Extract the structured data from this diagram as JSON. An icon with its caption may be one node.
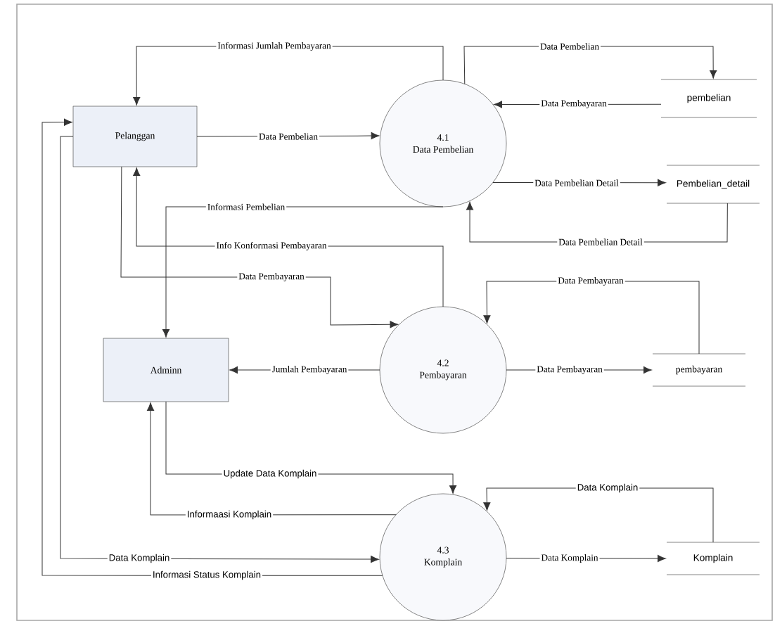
{
  "diagram": {
    "nodes": [
      {
        "text": [
          "Pelanggan"
        ]
      },
      {
        "text": [
          "4.1",
          "Data Pembelian"
        ]
      },
      {
        "text": [
          "pembelian"
        ]
      },
      {
        "text": [
          "Pembelian_detail"
        ]
      },
      {
        "text": [
          "Adminn"
        ]
      },
      {
        "text": [
          "4.2",
          "Pembayaran"
        ]
      },
      {
        "text": [
          "pembayaran"
        ]
      },
      {
        "text": [
          "4.3",
          "Komplain"
        ]
      },
      {
        "text": [
          "Komplain"
        ]
      }
    ],
    "edges": [
      {
        "from": 1,
        "to": 0,
        "arrow": "to",
        "label": "Informasi Jumlah Pembayaran"
      },
      {
        "from": 0,
        "to": 1,
        "arrow": "to",
        "label": "Data Pembelian"
      },
      {
        "from": 1,
        "to": 2,
        "arrow": "to",
        "label": "Data Pembelian"
      },
      {
        "from": 2,
        "to": 1,
        "arrow": "to",
        "label": "Data Pembayaran"
      },
      {
        "from": 1,
        "to": 3,
        "arrow": "to",
        "label": "Data Pembelian Detail"
      },
      {
        "from": 3,
        "to": 1,
        "arrow": "to",
        "label": "Data Pembelian Detail"
      },
      {
        "from": 1,
        "to": 4,
        "arrow": "to",
        "label": "Informasi Pembelian"
      },
      {
        "from": 5,
        "to": 0,
        "arrow": "to",
        "label": "Info Konformasi Pembayaran"
      },
      {
        "from": 0,
        "to": 5,
        "arrow": "to",
        "label": "Data Pembayaran"
      },
      {
        "from": 6,
        "to": 5,
        "arrow": "to",
        "label": "Data Pembayaran"
      },
      {
        "from": 5,
        "to": 4,
        "arrow": "to",
        "label": "Jumlah Pembayaran"
      },
      {
        "from": 5,
        "to": 6,
        "arrow": "to",
        "label": "Data Pembayaran"
      },
      {
        "from": 4,
        "to": 7,
        "arrow": "to",
        "label": "Update Data Komplain"
      },
      {
        "from": 7,
        "to": 4,
        "arrow": "to",
        "label": "Informaasi Komplain"
      },
      {
        "from": 8,
        "to": 7,
        "arrow": "to",
        "label": "Data Komplain"
      },
      {
        "from": 7,
        "to": 8,
        "arrow": "to",
        "label": "Data Komplain"
      },
      {
        "from": 0,
        "to": 7,
        "arrow": "to",
        "label": "Data Komplain"
      },
      {
        "from": 7,
        "to": 0,
        "arrow": "to",
        "label": "Informasi Status Komplain"
      }
    ]
  }
}
